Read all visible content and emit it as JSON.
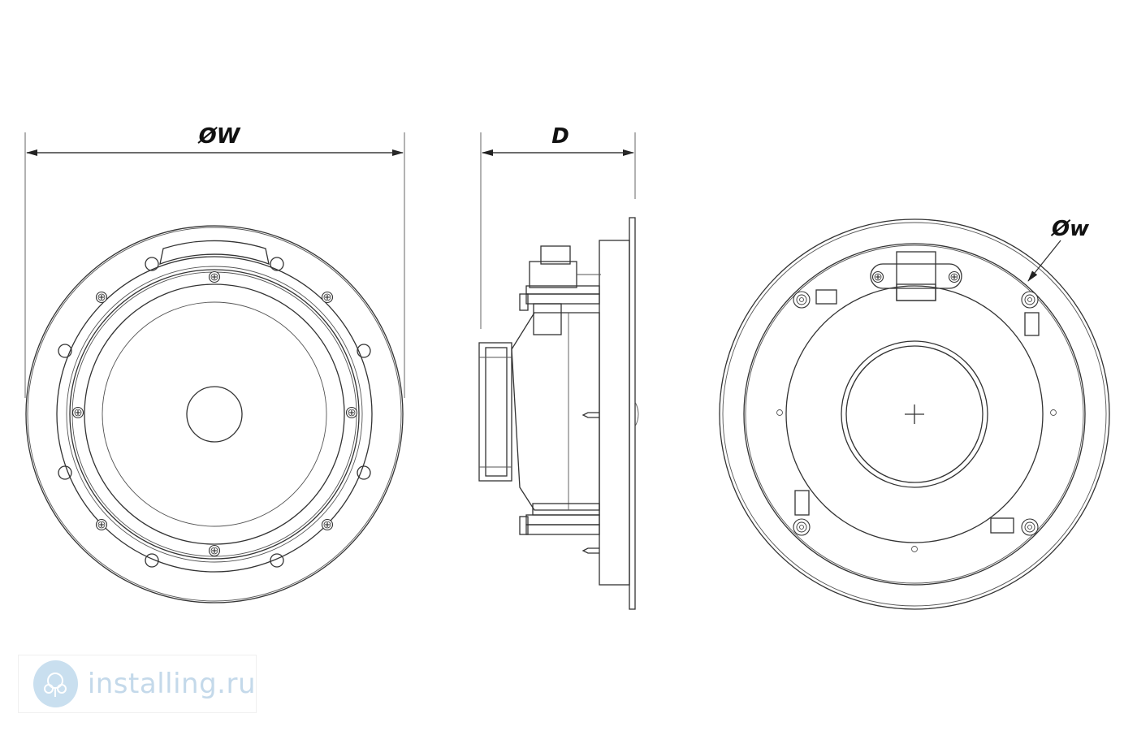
{
  "dimensions": {
    "outer_diameter_label": "ØW",
    "depth_label": "D",
    "cutout_diameter_label": "Øw"
  },
  "watermark": {
    "text": "installing.ru",
    "logo_icon": "speaker-tree-logo-icon",
    "color": "#c4d9ea"
  },
  "colors": {
    "line": "#333333",
    "background": "#ffffff"
  }
}
